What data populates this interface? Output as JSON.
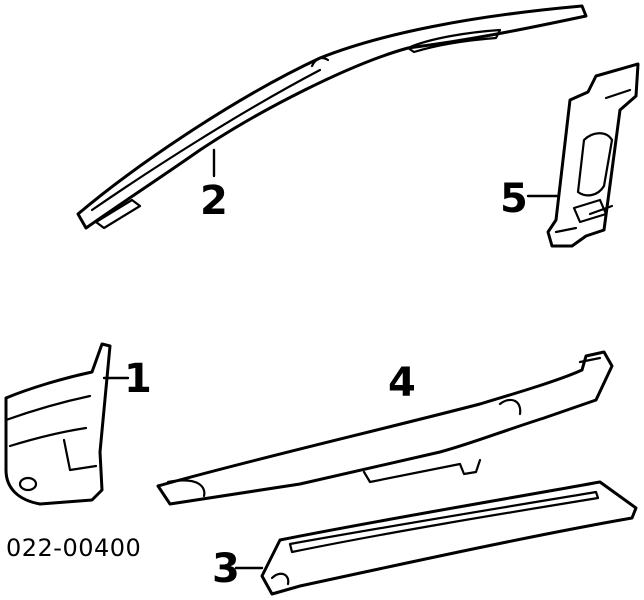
{
  "callouts": [
    {
      "id": "1",
      "label": "1"
    },
    {
      "id": "2",
      "label": "2"
    },
    {
      "id": "3",
      "label": "3"
    },
    {
      "id": "4",
      "label": "4"
    },
    {
      "id": "5",
      "label": "5"
    }
  ],
  "diagram_code": "022-00400",
  "colors": {
    "line": "#000000",
    "background": "#ffffff"
  }
}
